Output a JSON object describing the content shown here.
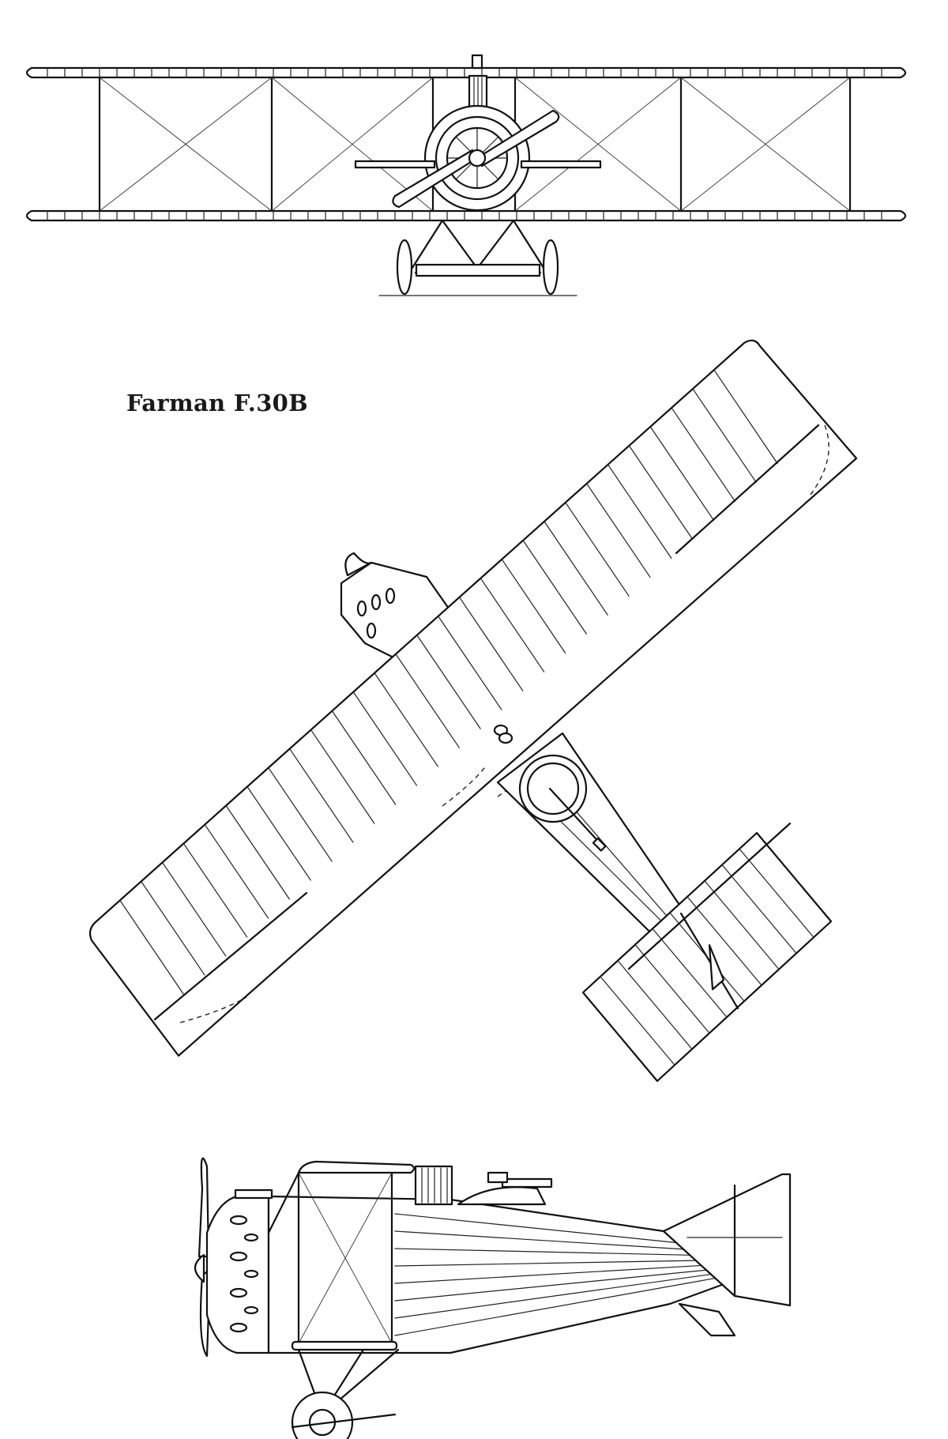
{
  "drawing": {
    "title": "Farman F.30B",
    "views": [
      "front-view",
      "top-view",
      "side-view"
    ]
  }
}
